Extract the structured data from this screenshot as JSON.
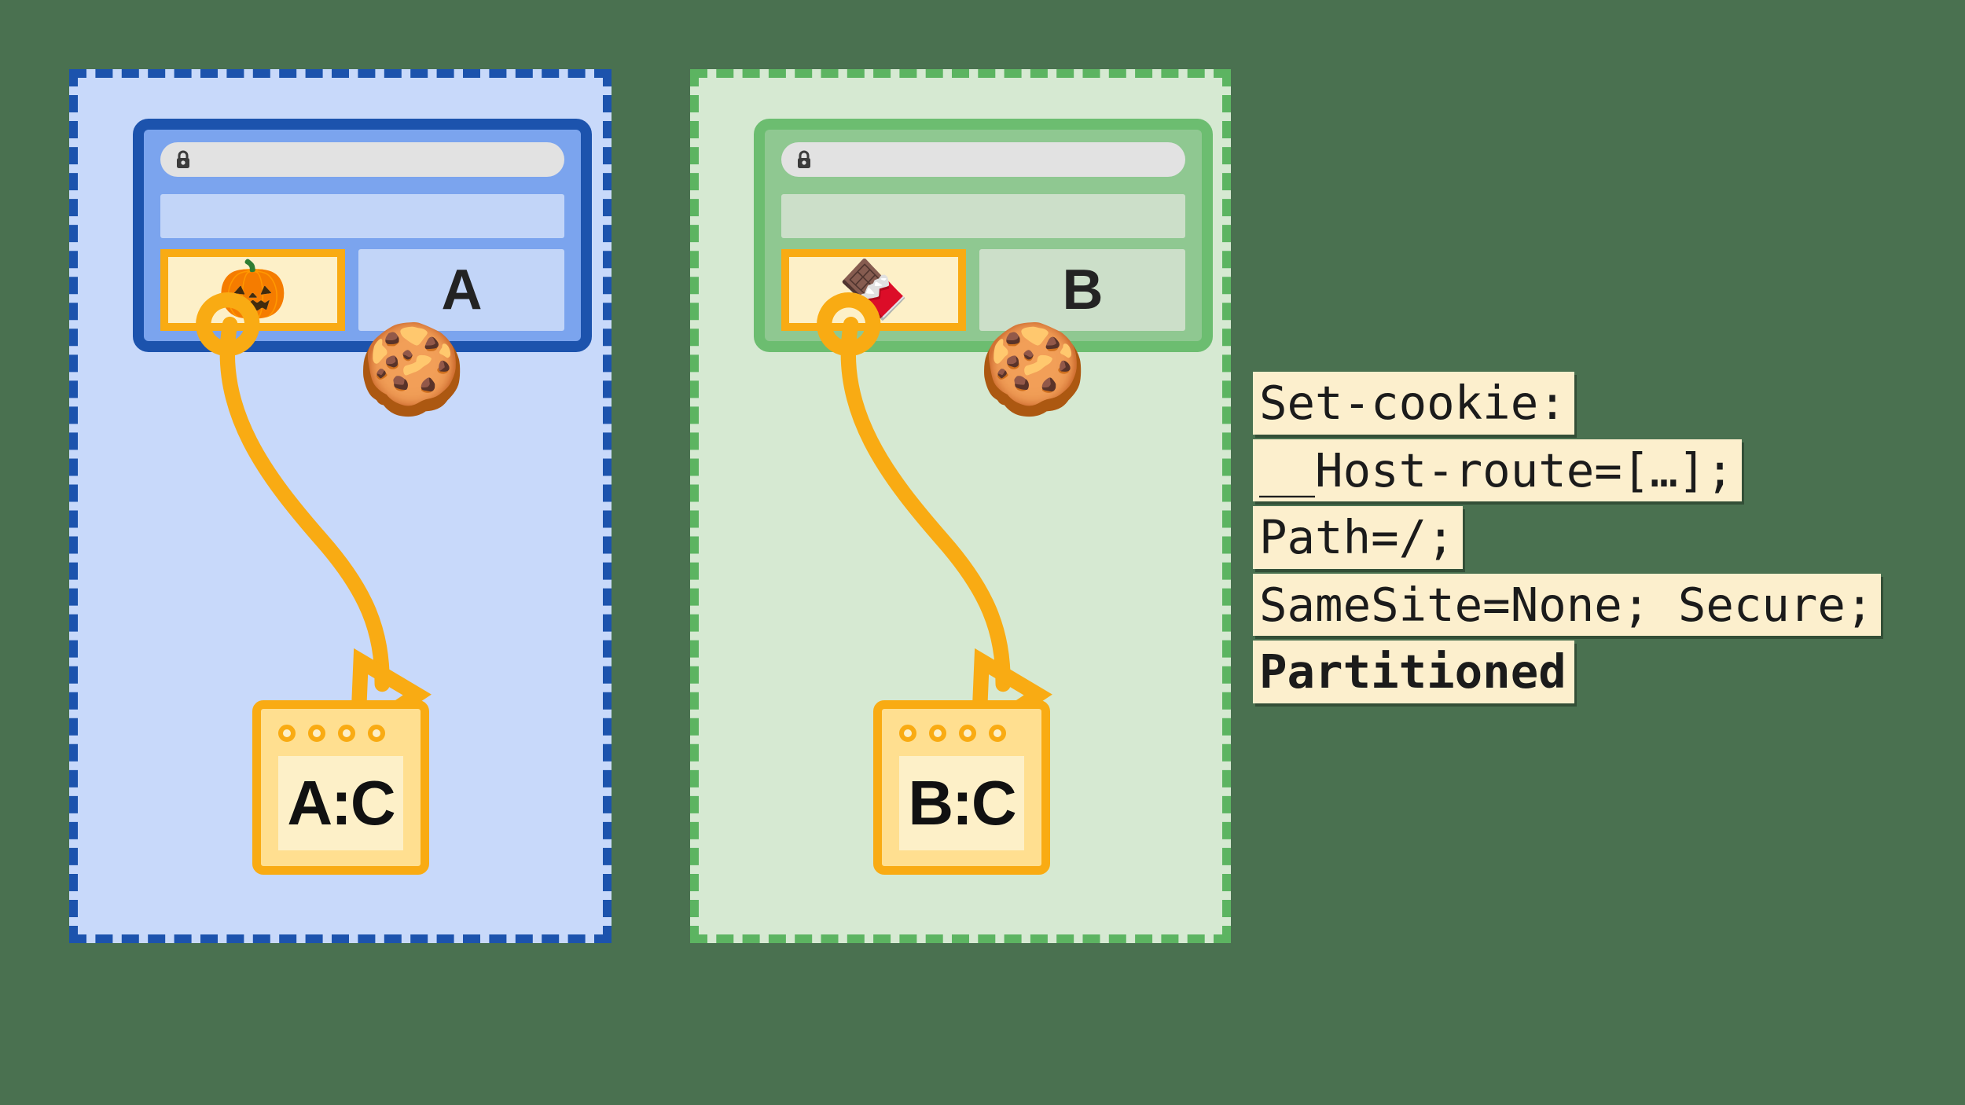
{
  "background_color": "#4a7150",
  "panels": [
    {
      "id": "partition-a",
      "label": "A",
      "site_emoji": "🎃",
      "site_emoji_name": "jack-o-lantern-icon",
      "cookie_emoji": "🍪",
      "cookie_emoji_name": "cookie-icon",
      "storage_label": "A:C",
      "border_color": "#1c53ad",
      "background_color": "#c8d9fa",
      "browser_border_color": "#1c53ad",
      "browser_background_color": "#7ba4ee",
      "lock_icon": "lock-icon"
    },
    {
      "id": "partition-b",
      "label": "B",
      "site_emoji": "🍫",
      "site_emoji_name": "chocolate-bar-icon",
      "cookie_emoji": "🍪",
      "cookie_emoji_name": "cookie-icon",
      "storage_label": "B:C",
      "border_color": "#5cb461",
      "background_color": "#d6e9d2",
      "browser_border_color": "#6cbd70",
      "browser_background_color": "#8fc891",
      "lock_icon": "lock-icon"
    }
  ],
  "code": {
    "accent_color": "#fcefcd",
    "lines": [
      {
        "text": "Set-cookie:",
        "bold": false
      },
      {
        "text": "__Host-route=[…];",
        "bold": false
      },
      {
        "text": "Path=/;",
        "bold": false
      },
      {
        "text": "SameSite=None; Secure;",
        "bold": false
      },
      {
        "text": "Partitioned",
        "bold": true
      }
    ]
  },
  "arrow": {
    "color": "#f9ab13",
    "name": "cookie-flow-arrow"
  }
}
